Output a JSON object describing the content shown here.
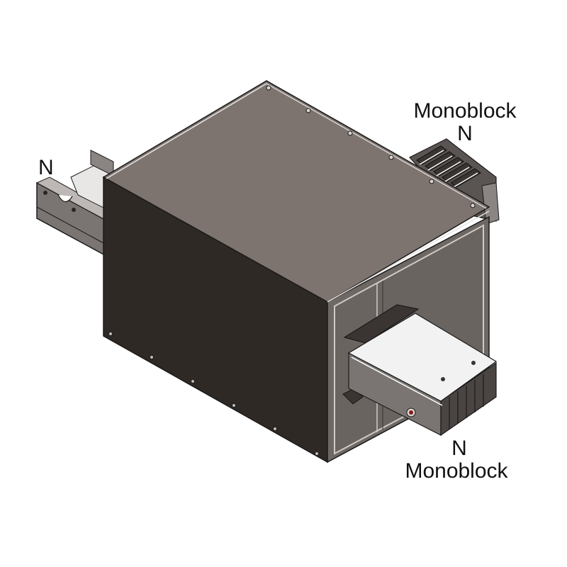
{
  "diagram": {
    "subject": "busbar enclosure with monoblock neutral connectors",
    "colors": {
      "top_face": "#7d7470",
      "front_left_face": "#2f2926",
      "right_face": "#6e6864",
      "monoblock_top": "#f2f2f2",
      "outline": "#1a1a1a",
      "label_text": "#111111"
    }
  },
  "labels": {
    "left_n": "N",
    "top_right_monoblock": "Monoblock",
    "top_right_n": "N",
    "bottom_right_n": "N",
    "bottom_right_monoblock": "Monoblock"
  }
}
